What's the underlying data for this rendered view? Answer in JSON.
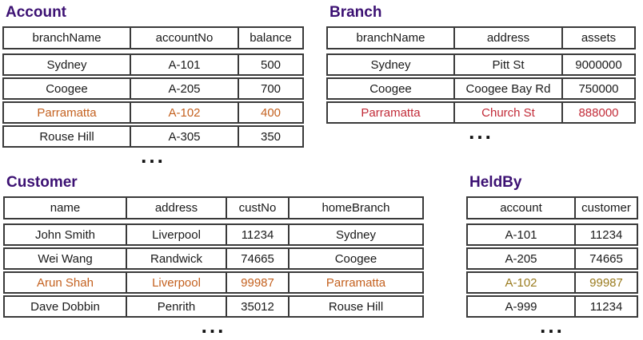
{
  "colors": {
    "title": "#3c1173",
    "border": "#3a3a3a",
    "text": "#1a1a1a",
    "highlight_orange": "#c4611f",
    "highlight_red": "#c22b38",
    "highlight_gold": "#9a7b1e"
  },
  "tables": [
    {
      "id": "account",
      "title": "Account",
      "columns": [
        "branchName",
        "accountNo",
        "balance"
      ],
      "rows": [
        {
          "cells": [
            "Sydney",
            "A-101",
            "500"
          ],
          "highlight": null
        },
        {
          "cells": [
            "Coogee",
            "A-205",
            "700"
          ],
          "highlight": null
        },
        {
          "cells": [
            "Parramatta",
            "A-102",
            "400"
          ],
          "highlight": "orange"
        },
        {
          "cells": [
            "Rouse Hill",
            "A-305",
            "350"
          ],
          "highlight": null
        }
      ],
      "ellipsis": "..."
    },
    {
      "id": "branch",
      "title": "Branch",
      "columns": [
        "branchName",
        "address",
        "assets"
      ],
      "rows": [
        {
          "cells": [
            "Sydney",
            "Pitt St",
            "9000000"
          ],
          "highlight": null
        },
        {
          "cells": [
            "Coogee",
            "Coogee Bay Rd",
            "750000"
          ],
          "highlight": null
        },
        {
          "cells": [
            "Parramatta",
            "Church St",
            "888000"
          ],
          "highlight": "red"
        }
      ],
      "ellipsis": "..."
    },
    {
      "id": "customer",
      "title": "Customer",
      "columns": [
        "name",
        "address",
        "custNo",
        "homeBranch"
      ],
      "rows": [
        {
          "cells": [
            "John Smith",
            "Liverpool",
            "11234",
            "Sydney"
          ],
          "highlight": null
        },
        {
          "cells": [
            "Wei Wang",
            "Randwick",
            "74665",
            "Coogee"
          ],
          "highlight": null
        },
        {
          "cells": [
            "Arun Shah",
            "Liverpool",
            "99987",
            "Parramatta"
          ],
          "highlight": "orange"
        },
        {
          "cells": [
            "Dave Dobbin",
            "Penrith",
            "35012",
            "Rouse Hill"
          ],
          "highlight": null
        }
      ],
      "ellipsis": "..."
    },
    {
      "id": "heldby",
      "title": "HeldBy",
      "columns": [
        "account",
        "customer"
      ],
      "rows": [
        {
          "cells": [
            "A-101",
            "11234"
          ],
          "highlight": null
        },
        {
          "cells": [
            "A-205",
            "74665"
          ],
          "highlight": null
        },
        {
          "cells": [
            "A-102",
            "99987"
          ],
          "highlight": "gold"
        },
        {
          "cells": [
            "A-999",
            "11234"
          ],
          "highlight": null
        }
      ],
      "ellipsis": "..."
    }
  ]
}
